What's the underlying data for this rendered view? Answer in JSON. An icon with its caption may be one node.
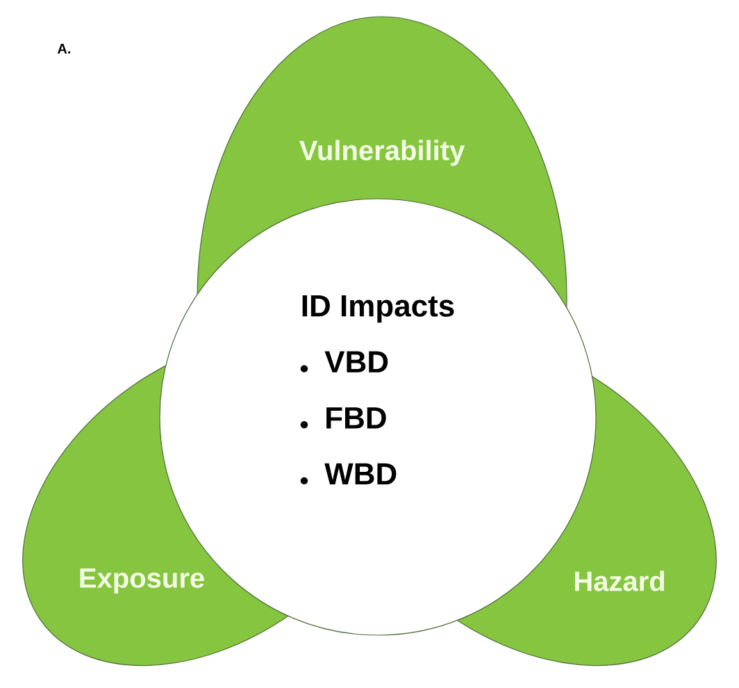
{
  "diagram": {
    "nodes": [
      {
        "text": [
          "Vulnerability"
        ]
      },
      {
        "text": [
          "Exposure"
        ]
      },
      {
        "text": [
          "Hazard"
        ]
      },
      {
        "text": [
          "ID Impacts",
          "VBD",
          "FBD",
          "WBD"
        ]
      }
    ],
    "labels": [
      "A."
    ]
  }
}
